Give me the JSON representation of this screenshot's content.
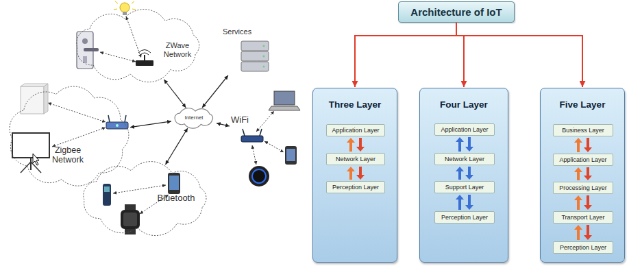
{
  "diagram": {
    "nodes": [
      {
        "text": [
          "ZWave Network"
        ]
      },
      {
        "text": [
          "Services"
        ]
      },
      {
        "text": [
          "Zigbee Network"
        ]
      },
      {
        "text": [
          "Internet"
        ]
      },
      {
        "text": [
          "WiFi"
        ]
      },
      {
        "text": [
          "Bluetooth"
        ]
      },
      {
        "text": [
          "Architecture of IoT"
        ]
      },
      {
        "text": [
          "Three Layer"
        ]
      },
      {
        "text": [
          "Application Layer"
        ],
        "in": 7
      },
      {
        "text": [
          "Network Layer"
        ],
        "in": 7
      },
      {
        "text": [
          "Perception Layer"
        ],
        "in": 7
      },
      {
        "text": [
          "Four Layer"
        ]
      },
      {
        "text": [
          "Application Layer"
        ],
        "in": 11
      },
      {
        "text": [
          "Network Layer"
        ],
        "in": 11
      },
      {
        "text": [
          "Support Layer"
        ],
        "in": 11
      },
      {
        "text": [
          "Perception Layer"
        ],
        "in": 11
      },
      {
        "text": [
          "Five Layer"
        ]
      },
      {
        "text": [
          "Business Layer"
        ],
        "in": 16
      },
      {
        "text": [
          "Application Layer"
        ],
        "in": 16
      },
      {
        "text": [
          "Processing Layer"
        ],
        "in": 16
      },
      {
        "text": [
          "Transport Layer"
        ],
        "in": 16
      },
      {
        "text": [
          "Perception Layer"
        ],
        "in": 16
      }
    ],
    "edges": [
      {
        "from": 3,
        "to": 0,
        "arrow": "both"
      },
      {
        "from": 3,
        "to": 1,
        "arrow": "both"
      },
      {
        "from": 3,
        "to": 2,
        "arrow": "both"
      },
      {
        "from": 3,
        "to": 4,
        "arrow": "both"
      },
      {
        "from": 3,
        "to": 5,
        "arrow": "both"
      },
      {
        "from": 6,
        "to": 7,
        "arrow": "to"
      },
      {
        "from": 6,
        "to": 11,
        "arrow": "to"
      },
      {
        "from": 6,
        "to": 16,
        "arrow": "to"
      },
      {
        "from": 9,
        "to": 8,
        "arrow": "to"
      },
      {
        "from": 8,
        "to": 9,
        "arrow": "to"
      },
      {
        "from": 10,
        "to": 9,
        "arrow": "to"
      },
      {
        "from": 9,
        "to": 10,
        "arrow": "to"
      },
      {
        "from": 13,
        "to": 12,
        "arrow": "to"
      },
      {
        "from": 12,
        "to": 13,
        "arrow": "to"
      },
      {
        "from": 14,
        "to": 13,
        "arrow": "to"
      },
      {
        "from": 13,
        "to": 14,
        "arrow": "to"
      },
      {
        "from": 15,
        "to": 14,
        "arrow": "to"
      },
      {
        "from": 14,
        "to": 15,
        "arrow": "to"
      },
      {
        "from": 18,
        "to": 17,
        "arrow": "to"
      },
      {
        "from": 17,
        "to": 18,
        "arrow": "to"
      },
      {
        "from": 19,
        "to": 18,
        "arrow": "to"
      },
      {
        "from": 18,
        "to": 19,
        "arrow": "to"
      },
      {
        "from": 20,
        "to": 19,
        "arrow": "to"
      },
      {
        "from": 19,
        "to": 20,
        "arrow": "to"
      },
      {
        "from": 21,
        "to": 20,
        "arrow": "to"
      },
      {
        "from": 20,
        "to": 21,
        "arrow": "to"
      }
    ]
  }
}
